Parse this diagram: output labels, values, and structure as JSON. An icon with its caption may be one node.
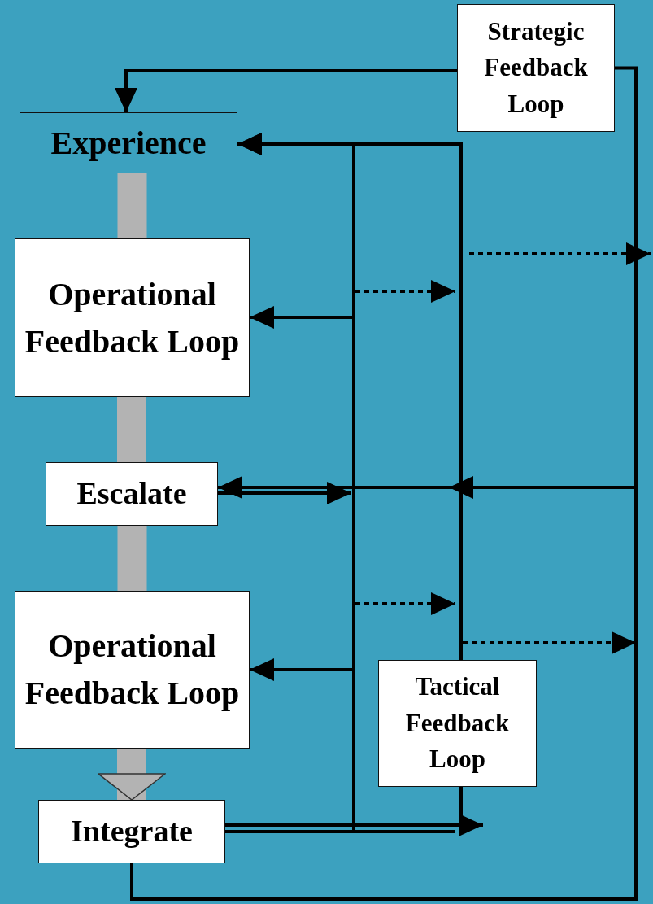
{
  "diagram": {
    "nodes": [
      {
        "text": [
          "Strategic Feedback Loop"
        ]
      },
      {
        "text": [
          "Experience"
        ]
      },
      {
        "text": [
          "Operational Feedback Loop"
        ]
      },
      {
        "text": [
          "Escalate"
        ]
      },
      {
        "text": [
          "Operational Feedback Loop"
        ]
      },
      {
        "text": [
          "Tactical Feedback Loop"
        ]
      },
      {
        "text": [
          "Integrate"
        ]
      }
    ],
    "edges": [
      {
        "from": 6,
        "to": 0,
        "arrow": "none"
      },
      {
        "from": 0,
        "to": 1,
        "arrow": "to"
      },
      {
        "from": 1,
        "to": 2,
        "arrow": "none",
        "style": "thick",
        "color": "#b3b3b3"
      },
      {
        "from": 2,
        "to": 3,
        "arrow": "none",
        "style": "thick",
        "color": "#b3b3b3"
      },
      {
        "from": 3,
        "to": 4,
        "arrow": "none",
        "style": "thick",
        "color": "#b3b3b3"
      },
      {
        "from": 4,
        "to": 6,
        "arrow": "to",
        "style": "thick",
        "color": "#b3b3b3"
      },
      {
        "from": 6,
        "to": null,
        "arrow": "to"
      },
      {
        "from": null,
        "to": 5,
        "arrow": "none"
      },
      {
        "from": 5,
        "to": 1,
        "arrow": "to"
      },
      {
        "from": 6,
        "to": 2,
        "arrow": "to"
      },
      {
        "from": 6,
        "to": 4,
        "arrow": "to"
      },
      {
        "from": 6,
        "to": 1,
        "arrow": "to"
      },
      {
        "from": 6,
        "to": 3,
        "arrow": "to"
      },
      {
        "from": 3,
        "to": null,
        "arrow": "to"
      }
    ]
  }
}
